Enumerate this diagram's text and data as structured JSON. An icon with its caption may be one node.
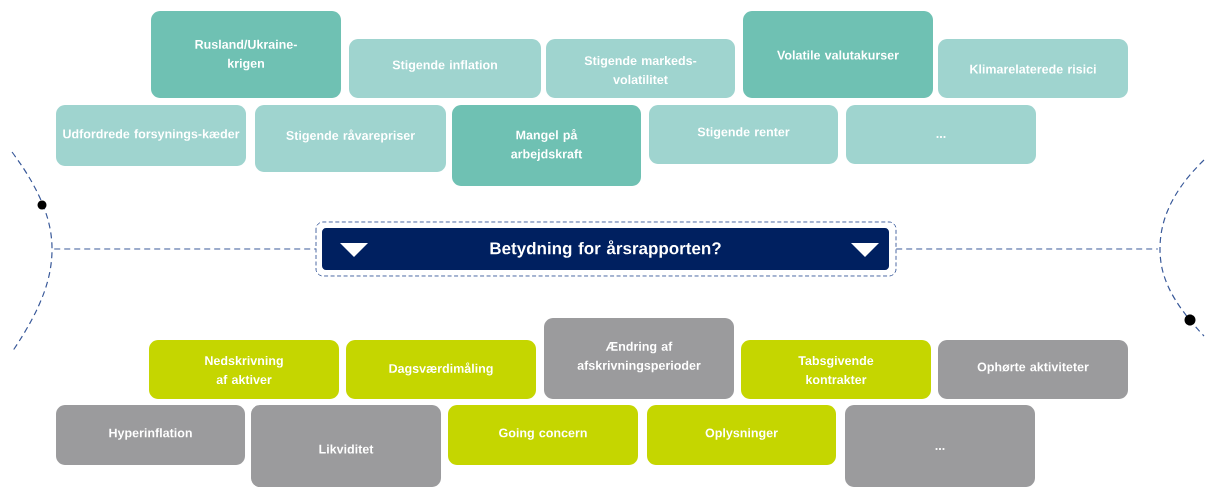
{
  "diagram": {
    "nodes": [
      {
        "text": [
          "Rusland/Ukraine-krigen"
        ]
      },
      {
        "text": [
          "Stigende inflation"
        ]
      },
      {
        "text": [
          "Stigende markeds-volatilitet"
        ]
      },
      {
        "text": [
          "Volatile valutakurser"
        ]
      },
      {
        "text": [
          "Klimarelaterede risici"
        ]
      },
      {
        "text": [
          "Udfordrede forsynings-kæder"
        ]
      },
      {
        "text": [
          "Stigende råvarepriser"
        ]
      },
      {
        "text": [
          "Mangel på arbejdskraft"
        ]
      },
      {
        "text": [
          "Stigende renter"
        ]
      },
      {
        "text": [
          "..."
        ]
      },
      {
        "text": [
          "Betydning for årsrapporten?"
        ]
      },
      {
        "text": [
          "Nedskrivning af aktiver"
        ]
      },
      {
        "text": [
          "Dagsværdimåling"
        ]
      },
      {
        "text": [
          "Ændring af afskrivningsperioder"
        ]
      },
      {
        "text": [
          "Tabsgivende kontrakter"
        ]
      },
      {
        "text": [
          "Ophørte aktiviteter"
        ]
      },
      {
        "text": [
          "Hyperinflation"
        ]
      },
      {
        "text": [
          "Likviditet"
        ]
      },
      {
        "text": [
          "Going concern"
        ]
      },
      {
        "text": [
          "Oplysninger"
        ]
      },
      {
        "text": [
          "..."
        ]
      },
      {
        "text": [],
        "shape": "arc"
      },
      {
        "text": [],
        "shape": "arc"
      }
    ],
    "edges": [
      {
        "from": 21,
        "to": 10,
        "arrow": "none",
        "style": "dashed"
      },
      {
        "from": 10,
        "to": 22,
        "arrow": "none",
        "style": "dashed"
      }
    ]
  }
}
